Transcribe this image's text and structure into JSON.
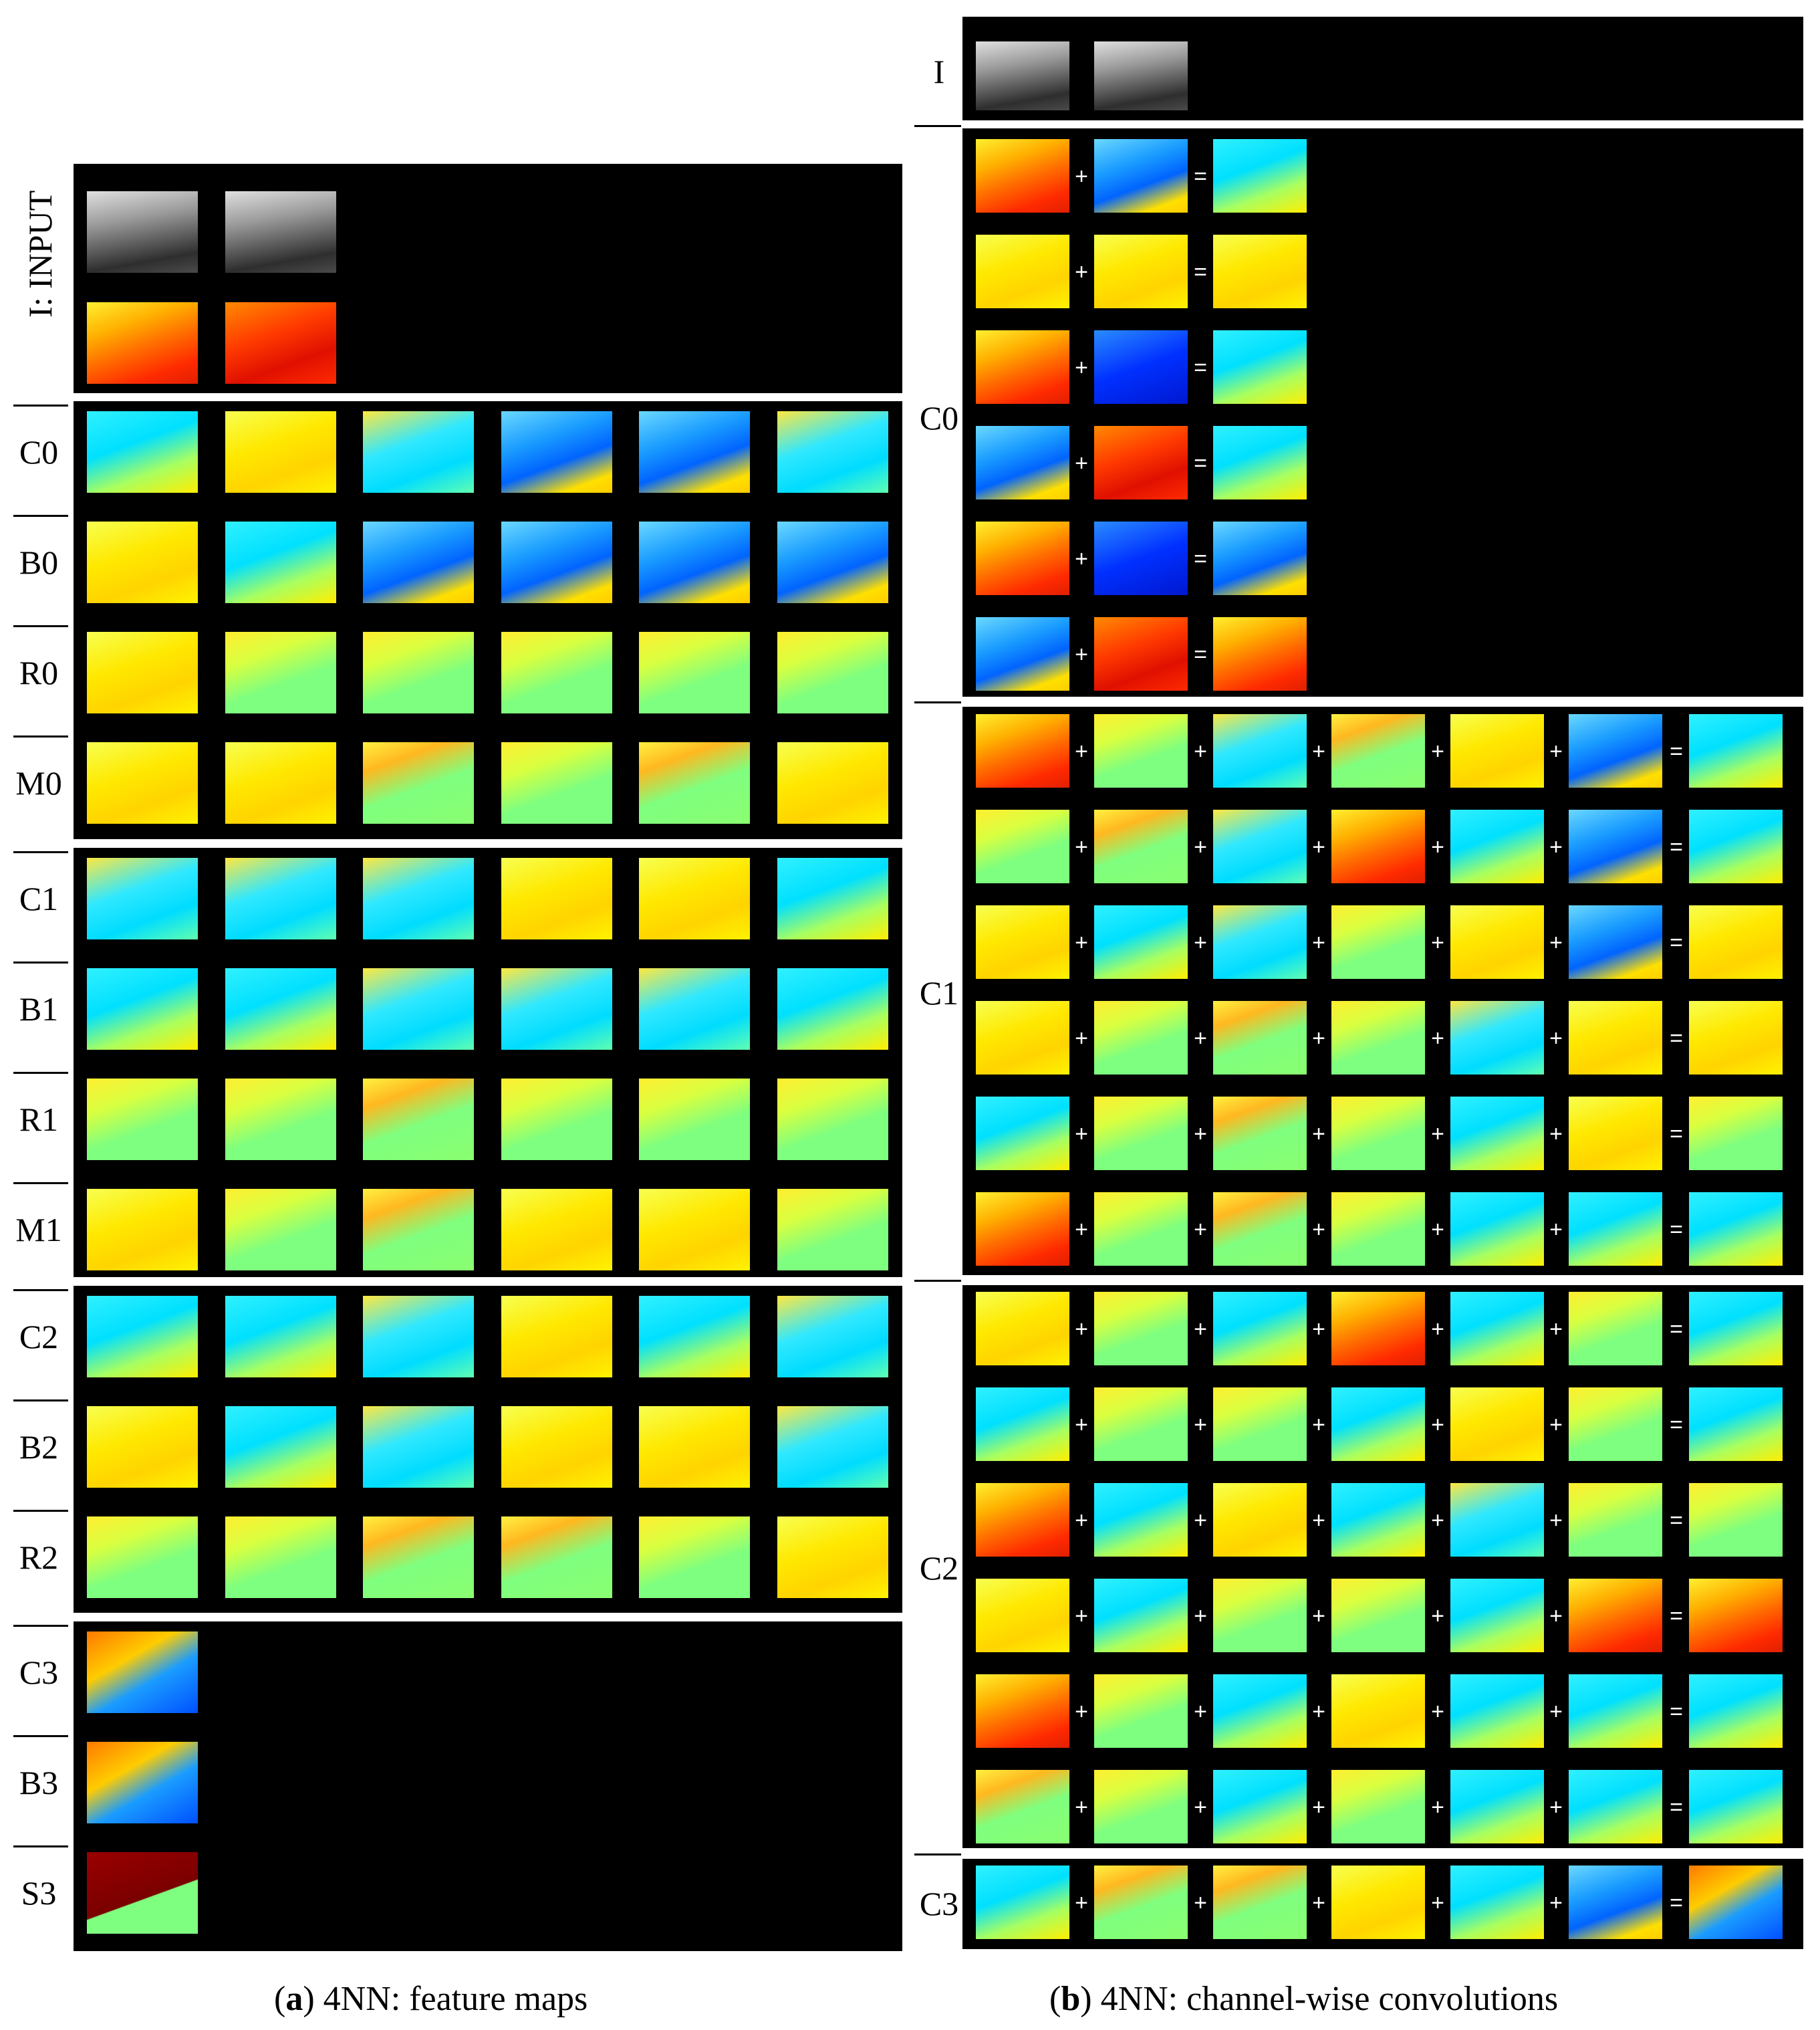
{
  "panel_a": {
    "rows": [
      {
        "label": "I: INPUT",
        "block": 0,
        "thumbs": [
          "gray",
          "gray"
        ],
        "second_thumbs": [
          "warm",
          "red"
        ]
      },
      {
        "label": "C0",
        "block": 1,
        "thumbs": [
          "cyan",
          "yellow",
          "cyan2",
          "blue",
          "blue",
          "cyan2"
        ]
      },
      {
        "label": "B0",
        "block": 1,
        "thumbs": [
          "yellow",
          "cyan",
          "blue",
          "blue",
          "blue",
          "blue"
        ]
      },
      {
        "label": "R0",
        "block": 1,
        "thumbs": [
          "yellow",
          "green",
          "green",
          "green",
          "green",
          "green"
        ]
      },
      {
        "label": "M0",
        "block": 1,
        "thumbs": [
          "yellow",
          "yellow",
          "green2",
          "green",
          "green2",
          "yellow"
        ]
      },
      {
        "label": "C1",
        "block": 2,
        "thumbs": [
          "cyan2",
          "cyan2",
          "cyan2",
          "yellow",
          "yellow",
          "cyan"
        ]
      },
      {
        "label": "B1",
        "block": 2,
        "thumbs": [
          "cyan",
          "cyan",
          "cyan2",
          "cyan2",
          "cyan2",
          "cyan"
        ]
      },
      {
        "label": "R1",
        "block": 2,
        "thumbs": [
          "green",
          "green",
          "green2",
          "green",
          "green",
          "green"
        ]
      },
      {
        "label": "M1",
        "block": 2,
        "thumbs": [
          "yellow",
          "green",
          "green2",
          "yellow",
          "yellow",
          "green"
        ]
      },
      {
        "label": "C2",
        "block": 3,
        "thumbs": [
          "cyan",
          "cyan",
          "cyan2",
          "yellow",
          "cyan",
          "cyan2"
        ]
      },
      {
        "label": "B2",
        "block": 3,
        "thumbs": [
          "yellow",
          "cyan",
          "cyan2",
          "yellow",
          "yellow",
          "cyan2"
        ]
      },
      {
        "label": "R2",
        "block": 3,
        "thumbs": [
          "green",
          "green",
          "green2",
          "green2",
          "green",
          "yellow"
        ]
      },
      {
        "label": "C3",
        "block": 4,
        "thumbs": [
          "c3a"
        ]
      },
      {
        "label": "B3",
        "block": 4,
        "thumbs": [
          "c3a"
        ]
      },
      {
        "label": "S3",
        "block": 4,
        "thumbs": [
          "darkred"
        ]
      }
    ],
    "caption_bold": "a",
    "caption_text": "4NN: feature maps"
  },
  "panel_b": {
    "input_label": "I",
    "input_thumbs": [
      "gray",
      "gray"
    ],
    "blocks": [
      {
        "label": "C0",
        "rows": [
          [
            "warm",
            "blue",
            "cyan"
          ],
          [
            "yellow",
            "yellow",
            "yellow"
          ],
          [
            "warm",
            "deepblue",
            "cyan"
          ],
          [
            "blue",
            "red",
            "cyan"
          ],
          [
            "warm",
            "deepblue",
            "blue"
          ],
          [
            "blue",
            "red",
            "warm"
          ]
        ]
      },
      {
        "label": "C1",
        "rows": [
          [
            "warm",
            "green",
            "cyan2",
            "green2",
            "yellow",
            "blue",
            "cyan"
          ],
          [
            "green",
            "green2",
            "cyan2",
            "warm",
            "cyan",
            "blue",
            "cyan"
          ],
          [
            "yellow",
            "cyan",
            "cyan2",
            "green",
            "yellow",
            "blue",
            "yellow"
          ],
          [
            "yellow",
            "green",
            "green2",
            "green",
            "cyan2",
            "yellow",
            "yellow"
          ],
          [
            "cyan",
            "green",
            "green2",
            "green",
            "cyan",
            "yellow",
            "green"
          ],
          [
            "warm",
            "green",
            "green2",
            "green",
            "cyan",
            "cyan",
            "cyan"
          ]
        ]
      },
      {
        "label": "C2",
        "rows": [
          [
            "yellow",
            "green",
            "cyan",
            "warm",
            "cyan",
            "green",
            "cyan"
          ],
          [
            "cyan",
            "green",
            "green",
            "cyan",
            "yellow",
            "green",
            "cyan"
          ],
          [
            "warm",
            "cyan",
            "yellow",
            "cyan",
            "cyan2",
            "green",
            "green"
          ],
          [
            "yellow",
            "cyan",
            "green",
            "green",
            "cyan",
            "warm",
            "warm"
          ],
          [
            "warm",
            "green",
            "cyan",
            "yellow",
            "cyan",
            "cyan",
            "cyan"
          ],
          [
            "green2",
            "green",
            "cyan",
            "green",
            "cyan",
            "cyan",
            "cyan"
          ]
        ]
      },
      {
        "label": "C3",
        "rows": [
          [
            "cyan",
            "green2",
            "green2",
            "yellow",
            "cyan",
            "blue",
            "c3a"
          ]
        ]
      }
    ],
    "plus": "+",
    "equals": "=",
    "caption_bold": "b",
    "caption_text": "4NN: channel-wise convolutions"
  }
}
